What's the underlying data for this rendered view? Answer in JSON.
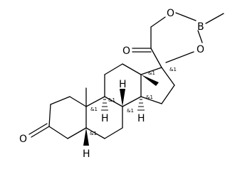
{
  "atoms": {
    "oxygen_ring_top": "O",
    "boron": "B",
    "oxygen_ring_right": "O",
    "oxygen_ketone_20": "O",
    "oxygen_ketone_3": "O",
    "hydrogen_9": "H",
    "hydrogen_8": "H",
    "hydrogen_14": "H",
    "hydrogen_5": "H"
  },
  "stereo_labels": {
    "c17": "&1",
    "c13": "&1",
    "c10": "&1",
    "c9": "&1",
    "c8": "&1",
    "c14": "&1",
    "c5": "&1"
  }
}
